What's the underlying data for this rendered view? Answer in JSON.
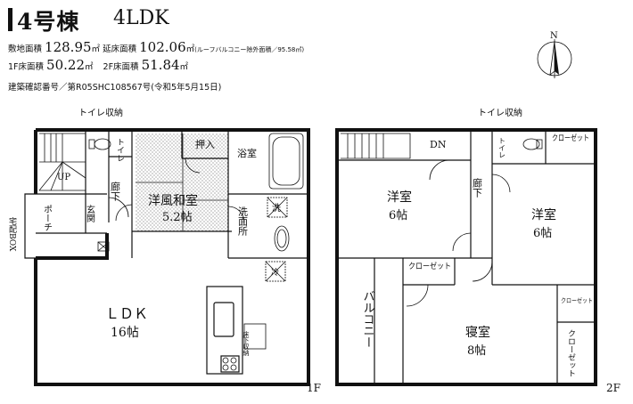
{
  "header": {
    "title": "4号棟",
    "subtitle": "4LDK",
    "site_area_label": "敷地面積",
    "site_area_value": "128.95",
    "site_area_unit": "㎡",
    "total_floor_label": "延床面積",
    "total_floor_value": "102.06",
    "total_floor_unit": "㎡",
    "total_floor_note": "(ルーフバルコニー除外面積／95.58㎡)",
    "floor1_label": "1F床面積",
    "floor1_value": "50.22",
    "floor1_unit": "㎡",
    "floor2_label": "2F床面積",
    "floor2_value": "51.84",
    "floor2_unit": "㎡",
    "permit": "建築確認番号／第R05SHC108567号(令和5年5月15日)"
  },
  "compass": {
    "label": "N"
  },
  "floor1": {
    "label": "1F",
    "rooms": {
      "toilet_storage": "トイレ収納",
      "toilet": "トイレ",
      "storage": "押入",
      "bath": "浴室",
      "up": "UP",
      "hall": "廊下",
      "washitsu": "洋風和室",
      "washitsu_size": "5.2帖",
      "laundry": "洗",
      "washroom": "洗面所",
      "entrance": "玄関",
      "porch": "ポーチ",
      "delivery": "宅配BOX",
      "fridge": "冷",
      "ldk": "ＬＤＫ",
      "ldk_size": "16帖",
      "floor_storage": "床下収納"
    }
  },
  "floor2": {
    "label": "2F",
    "rooms": {
      "toilet_storage": "トイレ収納",
      "dn": "DN",
      "toilet": "トイレ",
      "closet": "クローゼット",
      "room1": "洋室",
      "room1_size": "6帖",
      "hall": "廊下",
      "room2": "洋室",
      "room2_size": "6帖",
      "closet2": "クローゼット",
      "balcony": "バルコニー",
      "bedroom": "寝室",
      "bedroom_size": "8帖",
      "closet3": "クローゼット",
      "closet4": "クローゼット"
    }
  }
}
